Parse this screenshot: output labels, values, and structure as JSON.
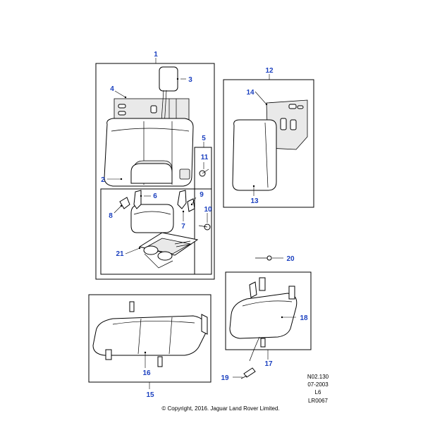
{
  "callouts": {
    "c1": "1",
    "c2": "2",
    "c3": "3",
    "c4": "4",
    "c5": "5",
    "c6": "6",
    "c7": "7",
    "c8": "8",
    "c9": "9",
    "c10": "10",
    "c11": "11",
    "c12": "12",
    "c13": "13",
    "c14": "14",
    "c15": "15",
    "c16": "16",
    "c17": "17",
    "c18": "18",
    "c19": "19",
    "c20": "20",
    "c21": "21"
  },
  "reference": {
    "code": "N02.130",
    "date": "07-2003",
    "engine": "L6",
    "model": "LR0067"
  },
  "copyright": "© Copyright, 2016. Jaguar Land Rover Limited.",
  "colors": {
    "callout": "#1a3fbf",
    "line": "#000000",
    "shade": "#e9e9e9"
  }
}
